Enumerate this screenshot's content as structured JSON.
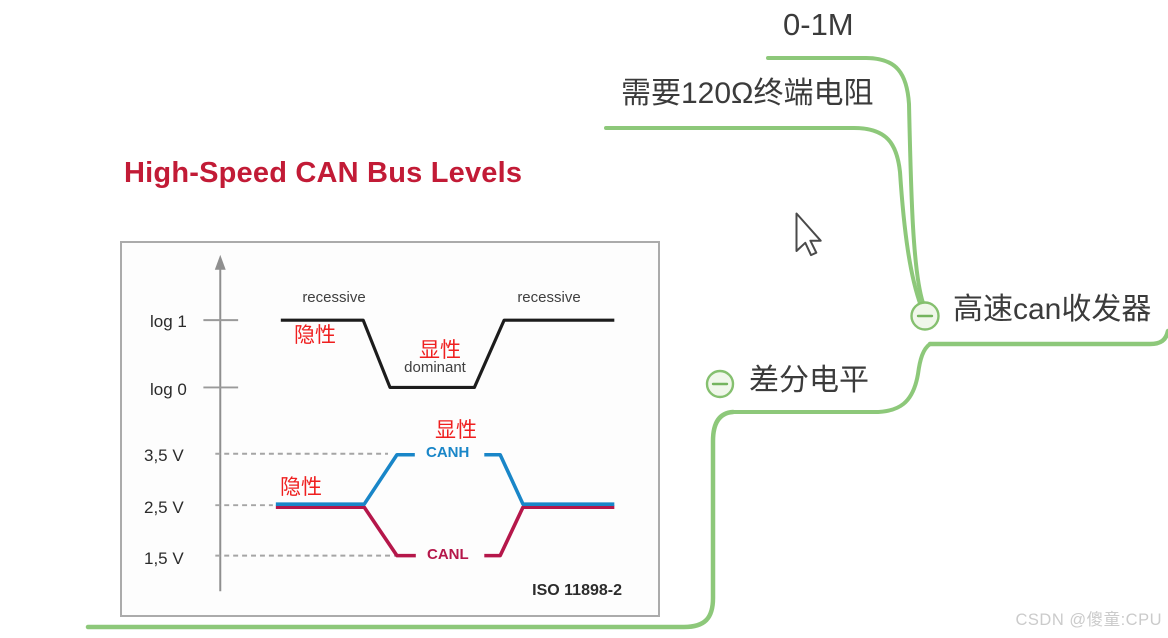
{
  "page": {
    "watermark": "CSDN @傻童:CPU",
    "background_color": "#ffffff",
    "cursor_icon": "arrow-cursor-icon"
  },
  "mindmap": {
    "branch_color": "#8dc87a",
    "collapse_icon": "minus-circle-icon",
    "nodes": [
      {
        "label": "0-1M"
      },
      {
        "label": "需要120Ω终端电阻"
      },
      {
        "label": "高速can收发器"
      },
      {
        "label": "差分电平"
      }
    ]
  },
  "figure": {
    "title": "High-Speed CAN Bus Levels",
    "standard": "ISO 11898-2",
    "logic_axis": {
      "high_label": "log 1",
      "low_label": "log 0"
    },
    "states": {
      "left": "recessive",
      "middle": "dominant",
      "right": "recessive"
    },
    "voltage_labels": {
      "high": "3,5 V",
      "mid": "2,5 V",
      "low": "1,5 V"
    },
    "signal_labels": {
      "canh": "CANH",
      "canl": "CANL"
    },
    "annotations": {
      "recessive_zh": "隐性",
      "dominant_zh": "显性"
    },
    "colors": {
      "title_red": "#c21b36",
      "annotation_red": "#ef1f1f",
      "canh_blue": "#1986c8",
      "canl_red": "#b5174a",
      "logic_line": "#1c1c1c",
      "axis_gray": "#8f8f8f"
    }
  }
}
